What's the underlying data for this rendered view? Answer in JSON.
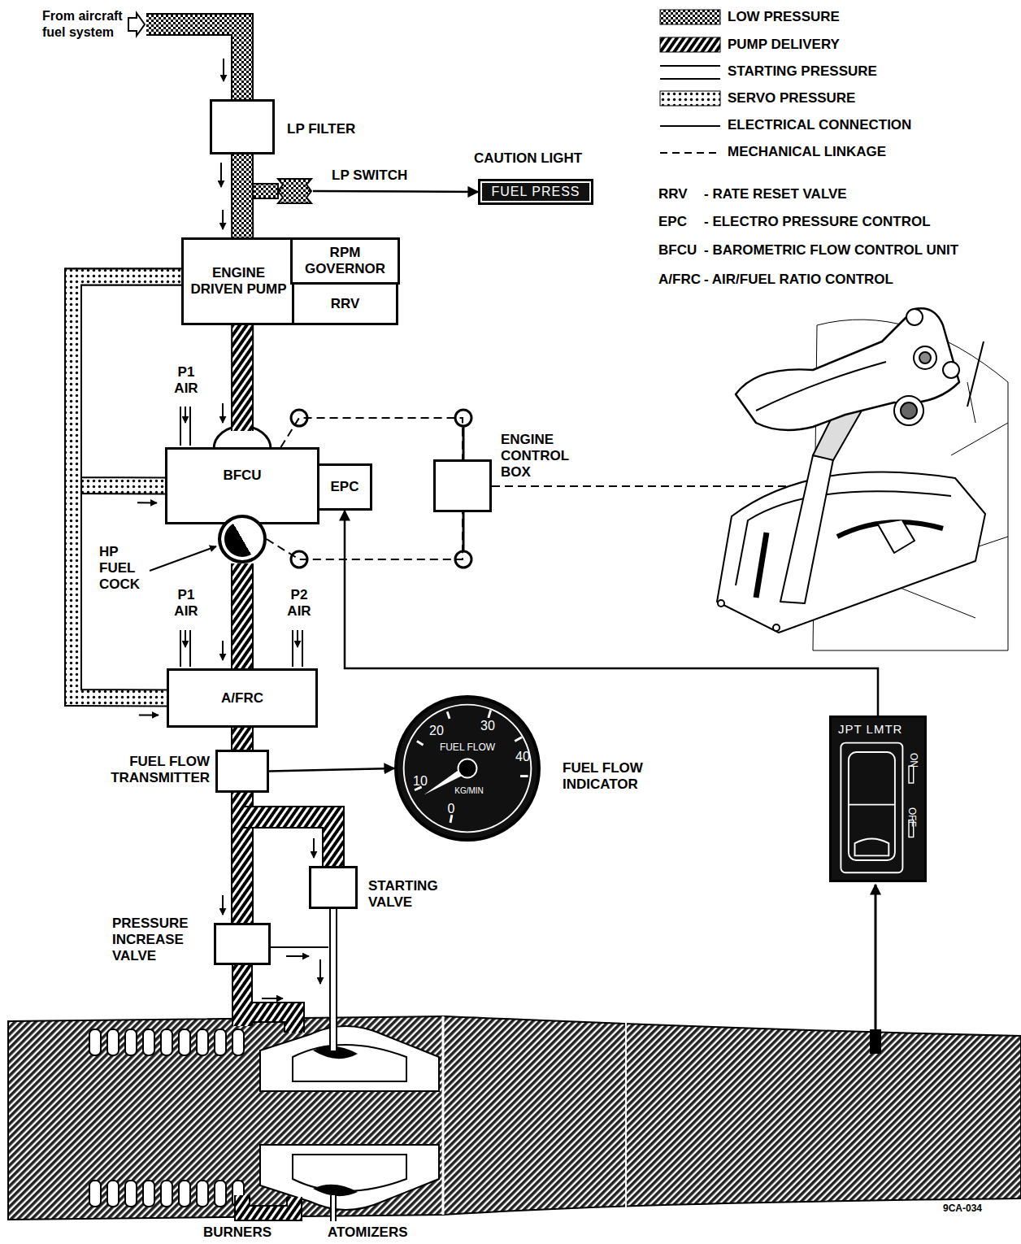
{
  "diagram": {
    "nodes": [
      {
        "text": [
          "LP FILTER"
        ]
      },
      {
        "text": [
          "LP SWITCH"
        ]
      },
      {
        "text": [
          "CAUTION LIGHT",
          "FUEL PRESS"
        ]
      },
      {
        "text": [
          "ENGINE DRIVEN PUMP"
        ]
      },
      {
        "text": [
          "RPM GOVERNOR"
        ]
      },
      {
        "text": [
          "RRV"
        ]
      },
      {
        "text": [
          "BFCU"
        ]
      },
      {
        "text": [
          "EPC"
        ]
      },
      {
        "text": [
          "HP FUEL COCK"
        ]
      },
      {
        "text": [
          "ENGINE CONTROL BOX"
        ]
      },
      {
        "text": [
          "A/FRC"
        ]
      },
      {
        "text": [
          "FUEL FLOW TRANSMITTER"
        ]
      },
      {
        "text": [
          "FUEL FLOW INDICATOR",
          "20",
          "30",
          "FUEL FLOW",
          "40",
          "10",
          "KG/MIN",
          "0"
        ]
      },
      {
        "text": [
          "STARTING VALVE"
        ]
      },
      {
        "text": [
          "PRESSURE INCREASE VALVE"
        ]
      },
      {
        "text": [
          "JPT LMTR",
          "ON",
          "OFF"
        ]
      }
    ],
    "edges": [
      {
        "from": 0,
        "to": 3,
        "arrow": "to"
      },
      {
        "from": 3,
        "to": 6,
        "arrow": "to"
      },
      {
        "from": 6,
        "to": 8,
        "arrow": "none"
      },
      {
        "from": 8,
        "to": 10,
        "arrow": "to"
      },
      {
        "from": 10,
        "to": 11,
        "arrow": "to"
      },
      {
        "from": 11,
        "to": 14,
        "arrow": "to"
      },
      {
        "from": 11,
        "to": 13,
        "arrow": "to"
      },
      {
        "from": 3,
        "to": 6,
        "arrow": "to"
      },
      {
        "from": 3,
        "to": 10,
        "arrow": "to"
      },
      {
        "from": 1,
        "to": 2,
        "arrow": "to"
      },
      {
        "from": 11,
        "to": 12,
        "arrow": "to"
      },
      {
        "from": 15,
        "to": 7,
        "arrow": "to"
      },
      {
        "from": 6,
        "to": 9,
        "arrow": "none"
      },
      {
        "from": 8,
        "to": 9,
        "arrow": "none"
      }
    ],
    "labels": [
      "From aircraft fuel system",
      "P1 AIR",
      "P1 AIR",
      "P2 AIR",
      "BURNERS",
      "ATOMIZERS",
      "9CA-034",
      "RRV",
      "- RATE RESET VALVE",
      "EPC",
      "- ELECTRO PRESSURE CONTROL",
      "BFCU",
      "- BAROMETRIC FLOW CONTROL UNIT",
      "A/FRC",
      "- AIR/FUEL RATIO CONTROL"
    ],
    "legend": [
      {
        "text": "LOW PRESSURE"
      },
      {
        "text": "PUMP DELIVERY"
      },
      {
        "text": "STARTING PRESSURE"
      },
      {
        "text": "SERVO PRESSURE"
      },
      {
        "text": "ELECTRICAL CONNECTION"
      },
      {
        "text": "MECHANICAL LINKAGE"
      }
    ]
  }
}
